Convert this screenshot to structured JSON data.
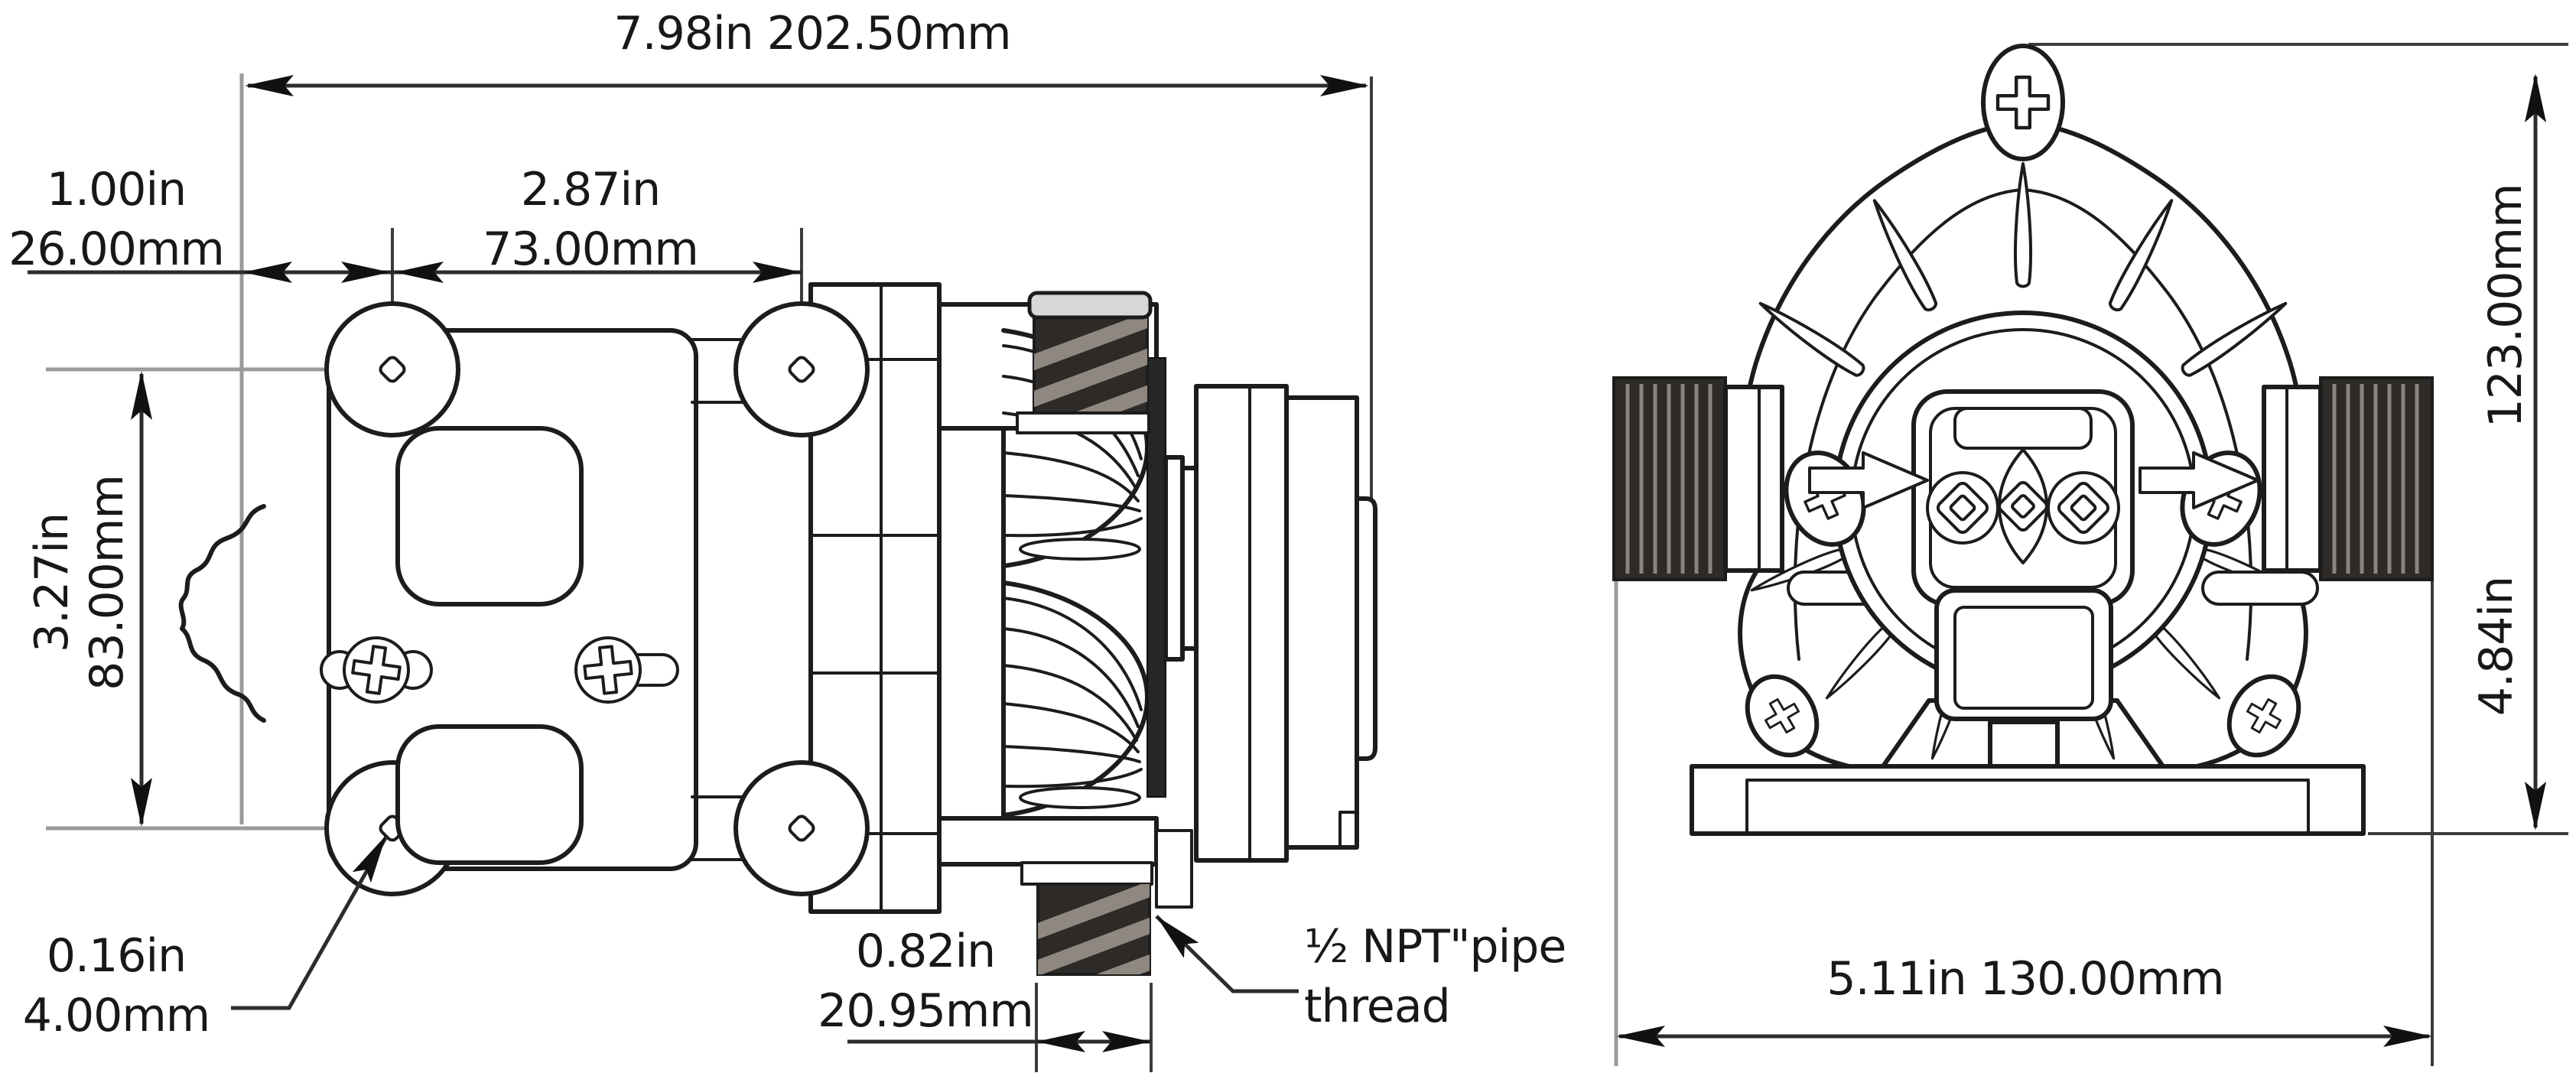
{
  "drawing": {
    "type": "technical-dimension-drawing",
    "subject": "diaphragm water pump, side and front orthographic views",
    "background": "#ffffff",
    "line_color": "#1c1c1c",
    "extension_line_color": "#9a9a9a",
    "thread_dark_color": "#2e2a27",
    "thread_light_color": "#8f8880",
    "cap_color": "#d8d8d8"
  },
  "side_view": {
    "dim_overall_length": "7.98in 202.50mm",
    "dim_edge_to_hole": {
      "inches": "1.00in",
      "mm": "26.00mm"
    },
    "dim_hole_spacing_horizontal": {
      "inches": "2.87in",
      "mm": "73.00mm"
    },
    "dim_hole_spacing_vertical": {
      "inches": "3.27in",
      "mm": "83.00mm"
    },
    "dim_mount_hole_diameter": {
      "inches": "0.16in",
      "mm": "4.00mm"
    },
    "dim_port_diameter": {
      "inches": "0.82in",
      "mm": "20.95mm"
    },
    "callout_port_thread": {
      "line1": "½ NPT\"pipe",
      "line2": "thread"
    }
  },
  "front_view": {
    "dim_height_mm": "123.00mm",
    "dim_height_in": "4.84in",
    "dim_base_width": "5.11in 130.00mm"
  },
  "icons": {
    "flow_direction": "flow-arrow-icon",
    "screw_head": "phillips-screw-icon",
    "pipe_port": "pipe-thread-icon",
    "mount_hole": "mount-hole-icon"
  }
}
